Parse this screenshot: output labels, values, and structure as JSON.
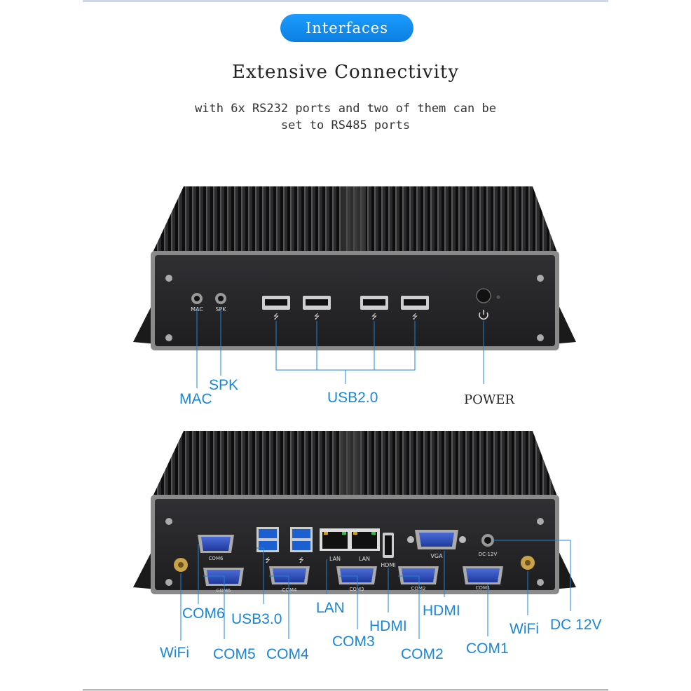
{
  "header": {
    "badge": "Interfaces",
    "title": "Extensive Connectivity",
    "subtitle_line1": "with 6x RS232 ports and two of them can be",
    "subtitle_line2": "set to RS485 ports"
  },
  "front_panel": {
    "silk": {
      "mac": "MAC",
      "spk": "SPK"
    },
    "labels": {
      "mac": "MAC",
      "spk": "SPK",
      "usb": "USB2.0",
      "power": "POWER"
    }
  },
  "rear_panel": {
    "silk": {
      "com6": "COM6",
      "com5": "COM5",
      "com4": "COM4",
      "com3": "COM3",
      "com2": "COM2",
      "com1": "COM1",
      "lan": "LAN",
      "hdmi": "HDMI",
      "vga": "VGA",
      "dc": "DC-12V"
    },
    "labels": {
      "wifi_left": "WiFi",
      "com6": "COM6",
      "com5": "COM5",
      "usb3": "USB3.0",
      "com4": "COM4",
      "lan": "LAN",
      "com3": "COM3",
      "hdmi1": "HDMI",
      "com2": "COM2",
      "hdmi2": "HDMI",
      "com1": "COM1",
      "wifi_right": "WiFi",
      "dc": "DC 12V"
    }
  },
  "colors": {
    "accent": "#1a86d8",
    "badge": "#0b7fe0",
    "case": "#2b2b2d"
  }
}
